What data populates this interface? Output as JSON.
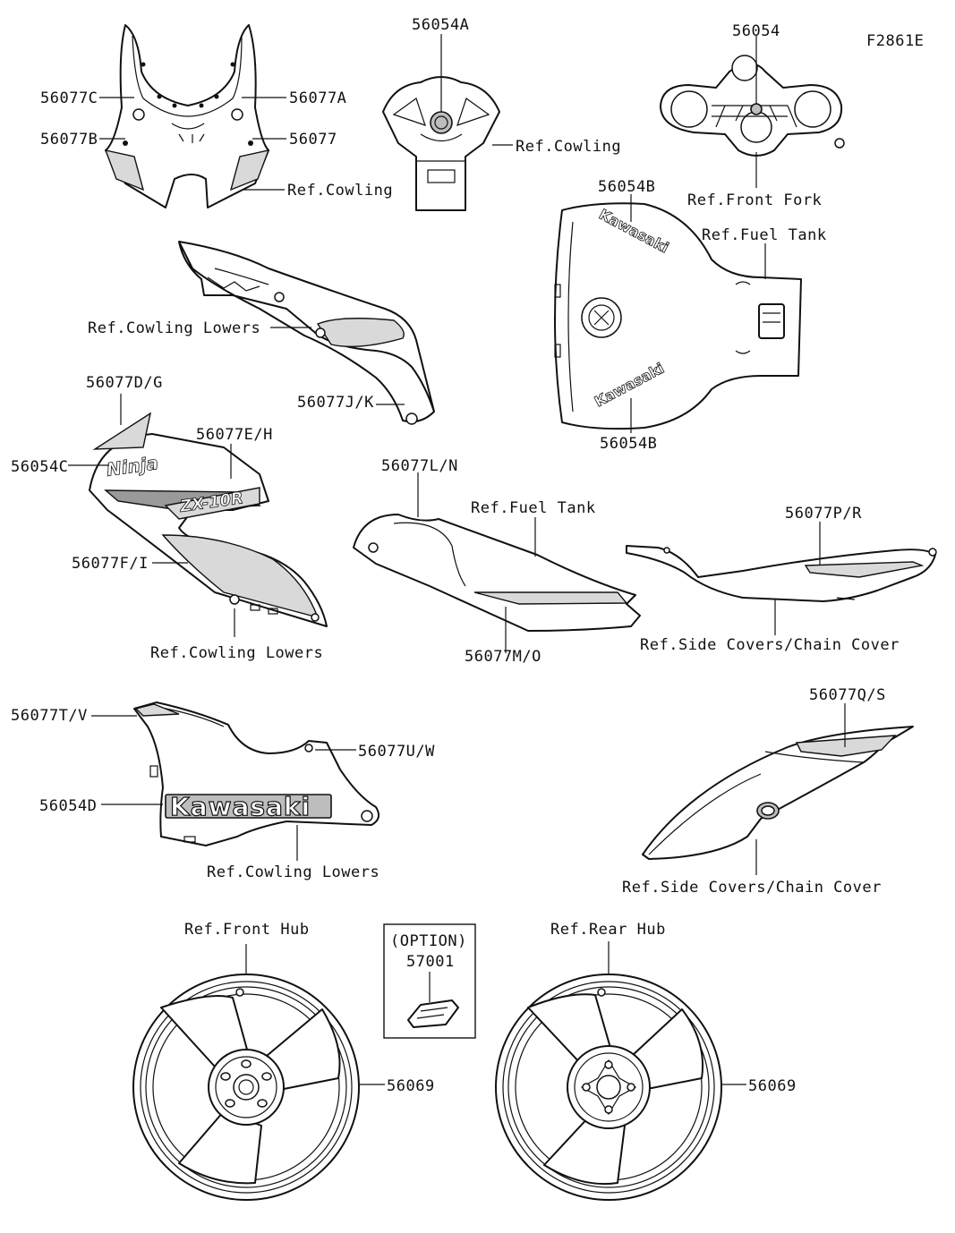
{
  "figure_code": "F2861E",
  "labels": {
    "p56077C": "56077C",
    "p56077A": "56077A",
    "p56077B": "56077B",
    "p56077": "56077",
    "ref_cowling_1": "Ref.Cowling",
    "p56054A": "56054A",
    "ref_cowling_2": "Ref.Cowling",
    "p56054": "56054",
    "ref_front_fork": "Ref.Front Fork",
    "p56054B_top": "56054B",
    "ref_fuel_tank_1": "Ref.Fuel Tank",
    "p56054B_bottom": "56054B",
    "ref_cowling_lowers_1": "Ref.Cowling Lowers",
    "p56077JK": "56077J/K",
    "p56077DG": "56077D/G",
    "p56077EH": "56077E/H",
    "p56054C": "56054C",
    "p56077FI": "56077F/I",
    "ref_cowling_lowers_2": "Ref.Cowling Lowers",
    "p56077LN": "56077L/N",
    "ref_fuel_tank_2": "Ref.Fuel Tank",
    "p56077MO": "56077M/O",
    "p56077PR": "56077P/R",
    "ref_side_covers_1": "Ref.Side Covers/Chain Cover",
    "p56077TV": "56077T/V",
    "p56077UW": "56077U/W",
    "p56054D": "56054D",
    "ref_cowling_lowers_3": "Ref.Cowling Lowers",
    "p56077QS": "56077Q/S",
    "ref_side_covers_2": "Ref.Side Covers/Chain Cover",
    "ref_front_hub": "Ref.Front Hub",
    "option": "(OPTION)",
    "p57001": "57001",
    "ref_rear_hub": "Ref.Rear Hub",
    "p56069_front": "56069",
    "p56069_rear": "56069"
  },
  "decal_text": {
    "kawasaki": "Kawasaki",
    "ninja": "Ninja",
    "zx10r": "ZX-10R"
  }
}
